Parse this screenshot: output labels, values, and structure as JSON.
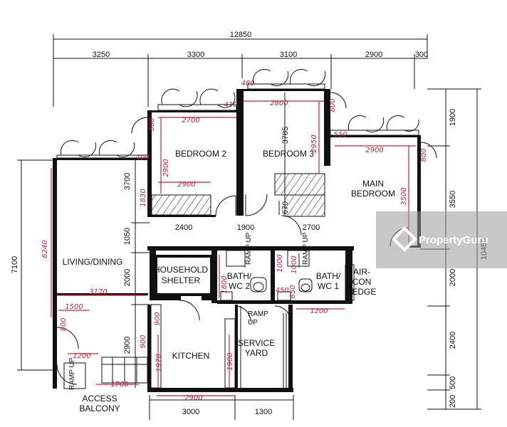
{
  "dimensions": {
    "overall_width": "12850",
    "top": [
      "3250",
      "3300",
      "3100",
      "2900",
      "300"
    ],
    "right": [
      "1900",
      "3550",
      "10450",
      "2000",
      "2400",
      "500",
      "200"
    ],
    "left": [
      "7100",
      "3700",
      "1050",
      "2000",
      "2900"
    ],
    "mid": [
      "2400",
      "1900",
      "2700"
    ],
    "bottom": [
      "3000",
      "1300"
    ],
    "internal": [
      "3785",
      "670"
    ]
  },
  "rooms": {
    "bedroom2": "BEDROOM 2",
    "bedroom3": "BEDROOM 3",
    "main_bedroom_1": "MAIN",
    "main_bedroom_2": "BEDROOM",
    "living_dining": "LIVING/DINING",
    "household_shelter_1": "HOUSEHOLD",
    "household_shelter_2": "SHELTER",
    "bath2_1": "BATH/",
    "bath2_2": "WC 2",
    "bath1_1": "BATH/",
    "bath1_2": "WC 1",
    "aircon_1": "AIR-",
    "aircon_2": "CON",
    "aircon_3": "LEDGE",
    "kitchen": "KITCHEN",
    "service_yard_1": "SERVICE",
    "service_yard_2": "YARD",
    "access_balcony_1": "ACCESS",
    "access_balcony_2": "BALCONY",
    "ramp_up": "RAMP UP",
    "ramp_1": "RAMP",
    "ramp_2": "UP"
  },
  "red_annotations": {
    "bed2_width": "2700",
    "bed2_width_lower": "2900",
    "bed2_height": "2900",
    "bed2_height_lower": "1830",
    "bed2_window": "800",
    "bed2_side": "400",
    "bed2_door": "410",
    "bed3_width": "2800",
    "bed3_height": "2950",
    "bed3_top": "480",
    "bed3_side": "800",
    "main_width": "2900",
    "main_height": "3500",
    "main_window": "550",
    "main_side": "800",
    "living_height": "6240",
    "living_width": "3170",
    "living_lower": "1500",
    "living_door": "800",
    "balcony_width": "1200",
    "balcony_lower": "1700",
    "bath2_height": "1800",
    "bath2_side": "1000",
    "bath2_small": "450",
    "bath1_side": "1000",
    "bath1_small": "650",
    "bath1_width": "1200",
    "kitchen_width": "2900",
    "kitchen_height": "1970",
    "kitchen_side": "900",
    "kitchen_side2": "900",
    "yard_height": "1900"
  },
  "watermark": "PropertyGuru",
  "colors": {
    "annotation": "#d0213a",
    "wall": "#111111"
  }
}
